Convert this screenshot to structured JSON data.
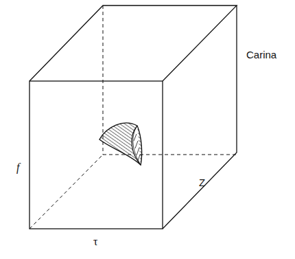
{
  "diagram": {
    "labels": [
      "Carina",
      "f",
      "τ",
      "Z"
    ]
  }
}
